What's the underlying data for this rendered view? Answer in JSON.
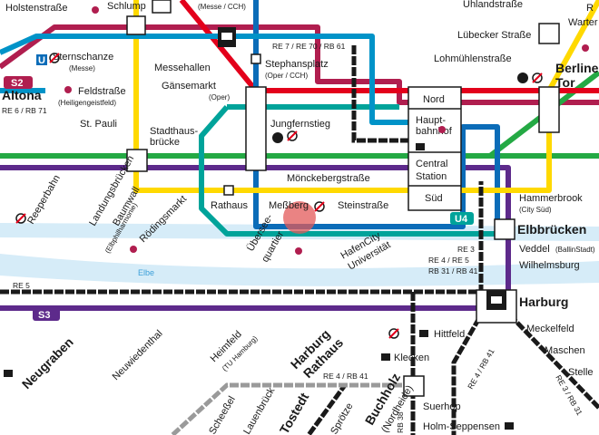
{
  "colors": {
    "water": "#d6ecf8",
    "u1": "#0b6cb8",
    "u2": "#e3001b",
    "u3": "#ffd900",
    "u4": "#00a39a",
    "s1": "#24a944",
    "s2": "#b01e4f",
    "s3": "#5d2a8b",
    "s5": "#0093c8",
    "regional": "#1a1a1a",
    "highlight": "#e35a5a"
  },
  "stations": {
    "holstenstrasse": "Holstenstraße",
    "schlump": "Schlump",
    "messe_cch": "(Messe / CCH)",
    "uhlandstrasse": "Uhlandstraße",
    "ruebenkamp": "R",
    "wartenau": "Warter",
    "luebecker_strasse": "Lübecker Straße",
    "lohmuehlenstrasse": "Lohmühlenstraße",
    "sternschanze": "Sternschanze",
    "sternschanze_sub": "(Messe)",
    "messehallen": "Messehallen",
    "stephansplatz": "Stephansplatz",
    "stephansplatz_sub": "(Oper / CCH)",
    "berliner_tor_1": "Berliner",
    "berliner_tor_2": "Tor",
    "altona": "Altona",
    "feldstrasse": "Feldstraße",
    "feldstrasse_sub": "(Heiligengeistfeld)",
    "gaensemarkt": "Gänsemarkt",
    "gaensemarkt_sub": "(Oper)",
    "hbf_nord": "Nord",
    "hbf_haupt": "Haupt-",
    "hbf_bahnhof": "bahnhof",
    "hbf_central": "Central",
    "hbf_station": "Station",
    "hbf_sued": "Süd",
    "st_pauli": "St. Pauli",
    "stadthausbruecke_1": "Stadthaus-",
    "stadthausbruecke_2": "brücke",
    "jungfernstieg": "Jungfernstieg",
    "reeperbahn": "Reeperbahn",
    "landungsbruecken": "Landungsbrücken",
    "baumwall": "Baumwall",
    "baumwall_sub": "(Elbphilharmonie)",
    "roedingsmarkt": "Rödingsmarkt",
    "rathaus": "Rathaus",
    "messberg": "Meßberg",
    "steinstrasse": "Steinstraße",
    "moenckebergstrasse": "Mönckebergstraße",
    "hammerbrook": "Hammerbrook",
    "hammerbrook_sub": "(City Süd)",
    "elbbruecken": "Elbbrücken",
    "veddel": "Veddel",
    "veddel_sub": "(BallinStadt)",
    "wilhelmsburg": "Wilhelmsburg",
    "ueberseequartier_1": "Übersee-",
    "ueberseequartier_2": "quartier",
    "hafencity_1": "HafenCity",
    "hafencity_2": "Universität",
    "harburg": "Harburg",
    "meckelfeld": "Meckelfeld",
    "maschen": "Maschen",
    "stelle": "Stelle",
    "neugraben": "Neugraben",
    "neuwiedenthal": "Neuwiedenthal",
    "heimfeld": "Heimfeld",
    "heimfeld_sub": "(TU Hamburg)",
    "harburg_rathaus_1": "Harburg",
    "harburg_rathaus_2": "Rathaus",
    "hittfeld": "Hittfeld",
    "klecken": "Klecken",
    "suerhop": "Suerhop",
    "holm_seppensen": "Holm-Seppensen",
    "scheessel": "Scheeßel",
    "lauenbrueck": "Lauenbrück",
    "tostedt": "Tostedt",
    "sproetze": "Sprötze",
    "buchholz_1": "Buchholz",
    "buchholz_2": "(Nordheide)"
  },
  "line_labels": {
    "re7_re70_rb61": "RE 7 / RE 70 / RB 61",
    "re6_rb71": "RE 6 / RB 71",
    "s2": "S2",
    "s3": "S3",
    "u4": "U4",
    "re5_west": "RE 5",
    "re3": "RE 3",
    "re4_re5": "RE 4 / RE 5",
    "rb31_rb41": "RB 31 / RB 41",
    "re4_rb41": "RE 4 / RB 41",
    "re4_rb41_diag": "RE 4 / RB 41",
    "re3_rb31": "RE 3 / RB 31",
    "rb38": "RB 38",
    "u_badge": "U"
  },
  "river": {
    "elbe": "Elbe"
  },
  "icons": [
    "no-wheelchair-icon",
    "wheelchair-icon",
    "ferry-icon",
    "bus-station-icon",
    "train-icon",
    "s-bahn-icon"
  ]
}
